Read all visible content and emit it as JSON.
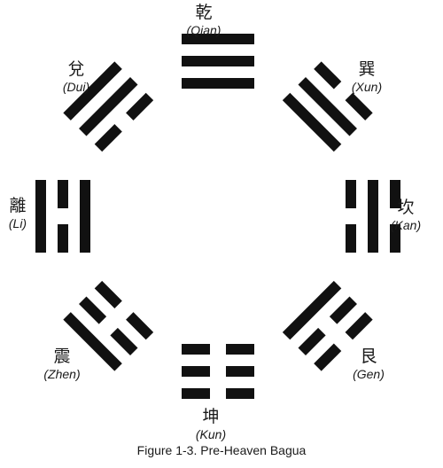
{
  "caption": "Figure 1-3.  Pre-Heaven Bagua",
  "colors": {
    "ink": "#111111",
    "background": "#ffffff"
  },
  "trigrams": [
    {
      "id": "qian",
      "hanzi": "乾",
      "pinyin": "(Qian)",
      "lines": [
        1,
        1,
        1
      ]
    },
    {
      "id": "xun",
      "hanzi": "巽",
      "pinyin": "(Xun)",
      "lines": [
        1,
        1,
        0
      ]
    },
    {
      "id": "kan",
      "hanzi": "坎",
      "pinyin": "(Kan)",
      "lines": [
        0,
        1,
        0
      ]
    },
    {
      "id": "gen",
      "hanzi": "艮",
      "pinyin": "(Gen)",
      "lines": [
        1,
        0,
        0
      ]
    },
    {
      "id": "kun",
      "hanzi": "坤",
      "pinyin": "(Kun)",
      "lines": [
        0,
        0,
        0
      ]
    },
    {
      "id": "zhen",
      "hanzi": "震",
      "pinyin": "(Zhen)",
      "lines": [
        0,
        0,
        1
      ]
    },
    {
      "id": "li",
      "hanzi": "離",
      "pinyin": "(Li)",
      "lines": [
        1,
        0,
        1
      ]
    },
    {
      "id": "dui",
      "hanzi": "兌",
      "pinyin": "(Dui)",
      "lines": [
        0,
        1,
        1
      ]
    }
  ]
}
